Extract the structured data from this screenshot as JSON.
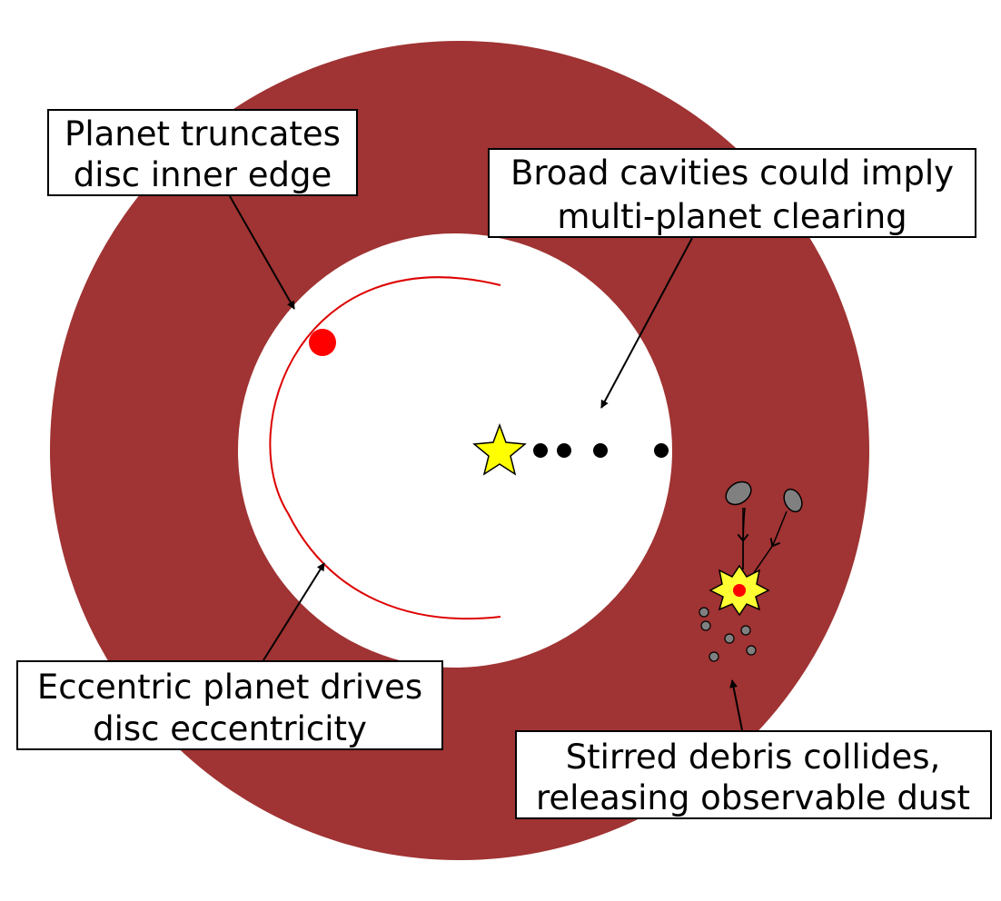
{
  "colors": {
    "disc": "#a03333",
    "background": "#ffffff",
    "planet": "#ff0000",
    "orbit": "#dd0000",
    "star": "#ffff00",
    "debris": "#808080",
    "collision_outer": "#ffff33",
    "collision_inner": "#ff0000",
    "text": "#000000"
  },
  "icons": {
    "star": "star-icon",
    "planet": "planet-icon",
    "collision": "collision-burst-icon"
  },
  "labels": {
    "truncate": {
      "line1": "Planet truncates",
      "line2": "disc inner edge"
    },
    "cavities": {
      "line1": "Broad cavities could imply",
      "line2": "multi-planet clearing"
    },
    "eccentric": {
      "line1": "Eccentric planet drives",
      "line2": "disc eccentricity"
    },
    "debris": {
      "line1": "Stirred debris collides,",
      "line2": "releasing observable dust"
    }
  }
}
